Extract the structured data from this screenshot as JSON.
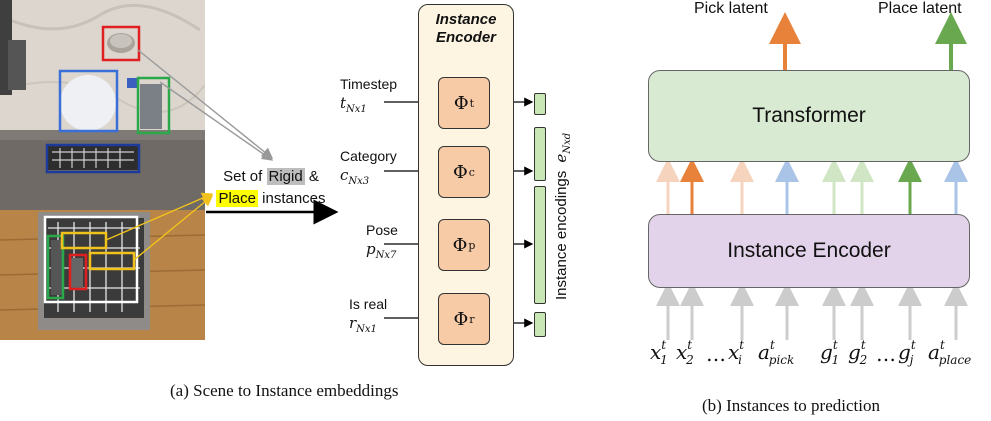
{
  "panel_a": {
    "set_label_prefix": "Set of",
    "rigid_word": "Rigid",
    "ampersand": "&",
    "place_word": "Place",
    "instances_word": "instances",
    "encoder_title_line1": "Instance",
    "encoder_title_line2": "Encoder",
    "inputs": [
      {
        "name": "Timestep",
        "var": "t",
        "sub": "Nx1",
        "phi_sub": "t"
      },
      {
        "name": "Category",
        "var": "c",
        "sub": "Nx3",
        "phi_sub": "c"
      },
      {
        "name": "Pose",
        "var": "p",
        "sub": "Nx7",
        "phi_sub": "p"
      },
      {
        "name": "Is real",
        "var": "r",
        "sub": "Nx1",
        "phi_sub": "r"
      }
    ],
    "phi_symbol": "Φ",
    "encodings_label": "Instance encodings",
    "encodings_var": "e",
    "encodings_sub": "Nxd",
    "caption": "(a) Scene to Instance embeddings"
  },
  "panel_b": {
    "pick_latent": "Pick latent",
    "place_latent": "Place latent",
    "transformer_label": "Transformer",
    "encoder_label": "Instance Encoder",
    "tokens": [
      {
        "base": "x",
        "sub": "1",
        "sup": "t"
      },
      {
        "base": "x",
        "sub": "2",
        "sup": "t"
      },
      {
        "base": "…",
        "sub": "",
        "sup": ""
      },
      {
        "base": "x",
        "sub": "i",
        "sup": "t"
      },
      {
        "base": "a",
        "sub": "pick",
        "sup": "t"
      },
      {
        "base": "g",
        "sub": "1",
        "sup": "t"
      },
      {
        "base": "g",
        "sub": "2",
        "sup": "t"
      },
      {
        "base": "…",
        "sub": "",
        "sup": ""
      },
      {
        "base": "g",
        "sub": "j",
        "sup": "t"
      },
      {
        "base": "a",
        "sub": "place",
        "sup": "t"
      }
    ],
    "caption": "(b) Instances to prediction"
  },
  "colors": {
    "transformer_fill": "#d9ead3",
    "encoder_fill": "#e2d3ea",
    "phi_fill": "#f8cba7",
    "panel_fill": "#fdf5e2",
    "orange_arrow": "#e8823a",
    "green_arrow": "#6aa84f",
    "blue_arrow": "#a9c4e6"
  }
}
